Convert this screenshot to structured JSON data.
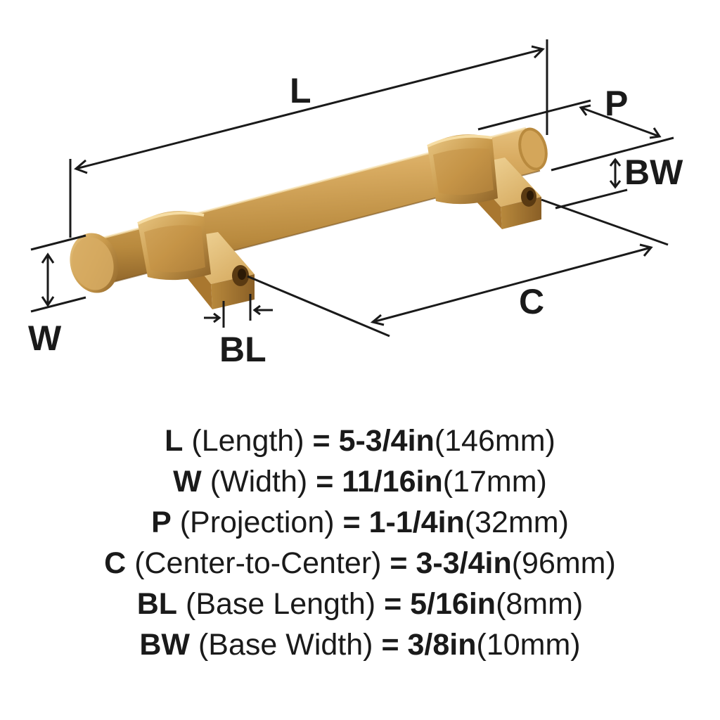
{
  "diagram": {
    "labels": {
      "length": "L",
      "width": "W",
      "projection": "P",
      "base_width": "BW",
      "center_to_center": "C",
      "base_length": "BL"
    },
    "colors": {
      "brass_light": "#e6c27e",
      "brass_mid": "#c99a4c",
      "brass_dark": "#8c6228",
      "line": "#1a1a1a"
    }
  },
  "specs": [
    {
      "code": "L",
      "name": "(Length)",
      "eq": "=",
      "imperial": "5-3/4in",
      "metric": "(146mm)"
    },
    {
      "code": "W",
      "name": "(Width)",
      "eq": "=",
      "imperial": "11/16in",
      "metric": "(17mm)"
    },
    {
      "code": "P",
      "name": "(Projection)",
      "eq": "=",
      "imperial": "1-1/4in",
      "metric": "(32mm)"
    },
    {
      "code": "C",
      "name": "(Center-to-Center)",
      "eq": "=",
      "imperial": "3-3/4in",
      "metric": "(96mm)"
    },
    {
      "code": "BL",
      "name": "(Base Length)",
      "eq": "=",
      "imperial": "5/16in",
      "metric": "(8mm)"
    },
    {
      "code": "BW",
      "name": "(Base Width)",
      "eq": "=",
      "imperial": "3/8in",
      "metric": "(10mm)"
    }
  ]
}
